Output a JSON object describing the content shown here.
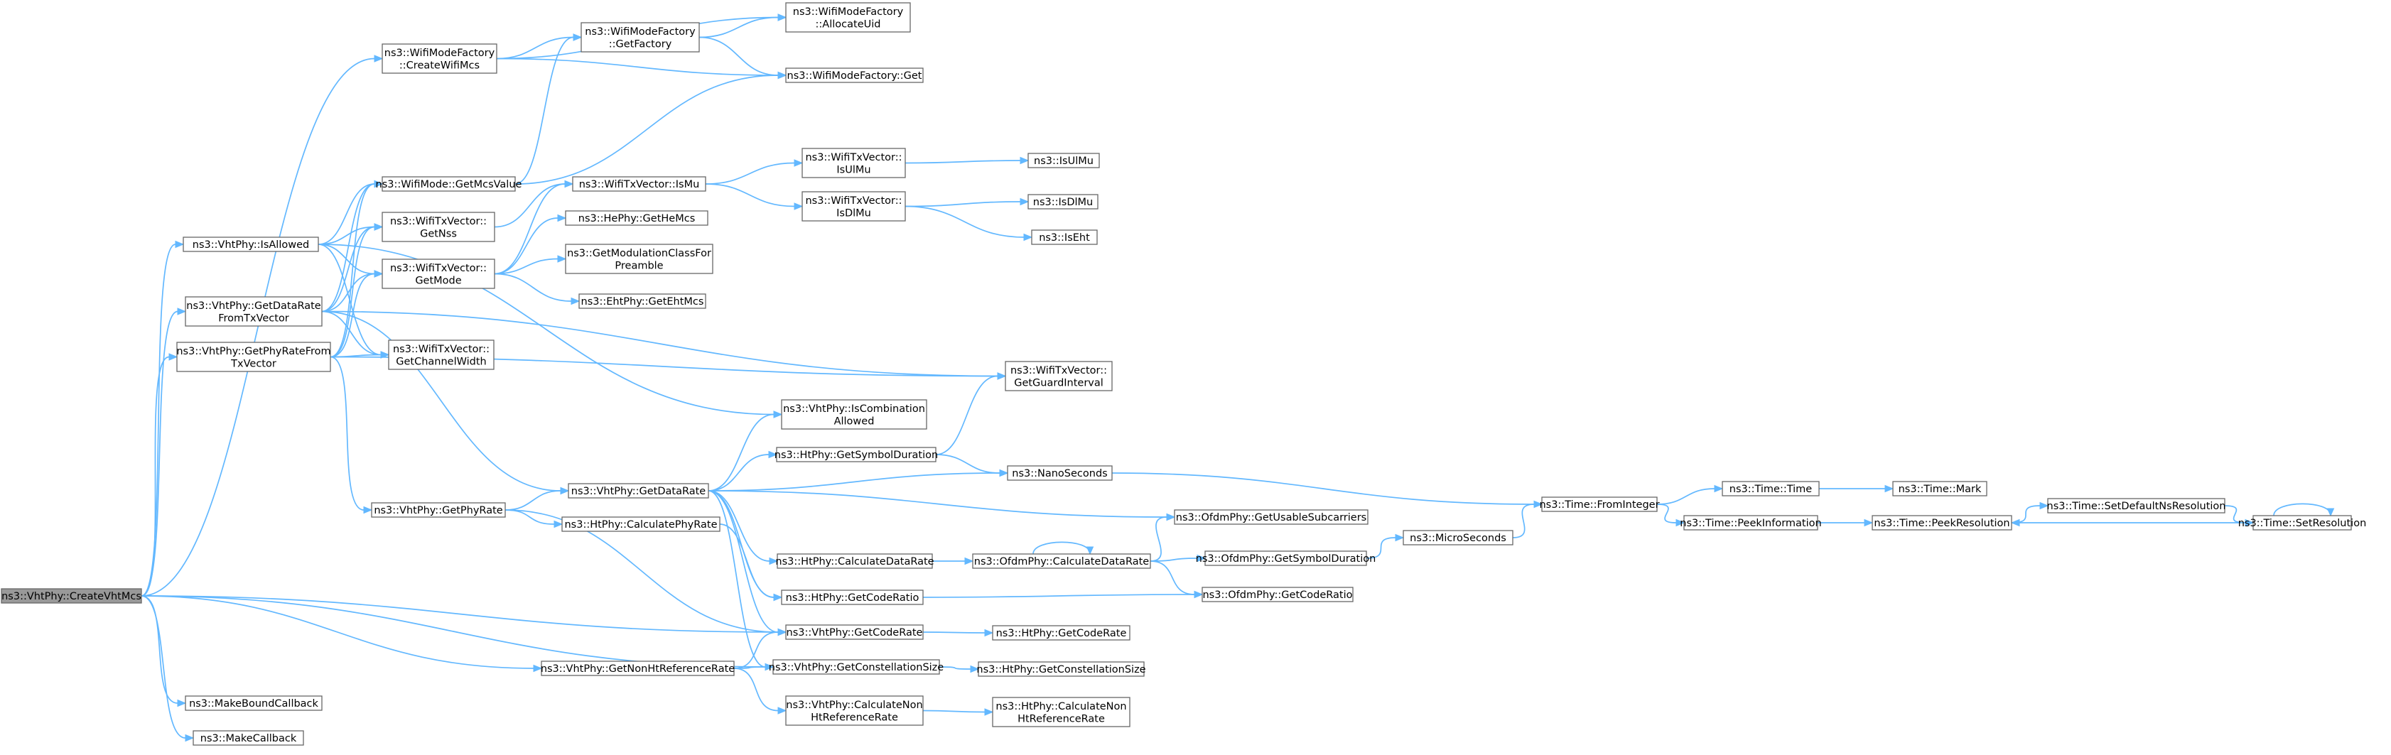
{
  "diagram": {
    "type": "call-graph",
    "root": "n_root",
    "colors": {
      "edge": "#63b8ff",
      "node_border": "#666666",
      "root_fill": "#999999",
      "node_fill": "#ffffff"
    },
    "nodes": [
      {
        "id": "n_root",
        "lines": [
          "ns3::VhtPhy::CreateVhtMcs"
        ]
      },
      {
        "id": "n_cwm",
        "lines": [
          "ns3::WifiModeFactory",
          "::CreateWifiMcs"
        ]
      },
      {
        "id": "n_au",
        "lines": [
          "ns3::WifiModeFactory",
          "::AllocateUid"
        ]
      },
      {
        "id": "n_gf",
        "lines": [
          "ns3::WifiModeFactory",
          "::GetFactory"
        ]
      },
      {
        "id": "n_wmfg",
        "lines": [
          "ns3::WifiModeFactory::Get"
        ]
      },
      {
        "id": "n_ia",
        "lines": [
          "ns3::VhtPhy::IsAllowed"
        ]
      },
      {
        "id": "n_gmv",
        "lines": [
          "ns3::WifiMode::GetMcsValue"
        ]
      },
      {
        "id": "n_gnss",
        "lines": [
          "ns3::WifiTxVector::",
          "GetNss"
        ]
      },
      {
        "id": "n_gmode",
        "lines": [
          "ns3::WifiTxVector::",
          "GetMode"
        ]
      },
      {
        "id": "n_ismu",
        "lines": [
          "ns3::WifiTxVector::IsMu"
        ]
      },
      {
        "id": "n_isulmu",
        "lines": [
          "ns3::WifiTxVector::",
          "IsUlMu"
        ]
      },
      {
        "id": "n_isulmu2",
        "lines": [
          "ns3::IsUlMu"
        ]
      },
      {
        "id": "n_isdlmu",
        "lines": [
          "ns3::WifiTxVector::",
          "IsDlMu"
        ]
      },
      {
        "id": "n_isdlmu2",
        "lines": [
          "ns3::IsDlMu"
        ]
      },
      {
        "id": "n_iseht",
        "lines": [
          "ns3::IsEht"
        ]
      },
      {
        "id": "n_hemcs",
        "lines": [
          "ns3::HePhy::GetHeMcs"
        ]
      },
      {
        "id": "n_gmcp",
        "lines": [
          "ns3::GetModulationClassFor",
          "Preamble"
        ]
      },
      {
        "id": "n_ehtmcs",
        "lines": [
          "ns3::EhtPhy::GetEhtMcs"
        ]
      },
      {
        "id": "n_gdrftv",
        "lines": [
          "ns3::VhtPhy::GetDataRate",
          "FromTxVector"
        ]
      },
      {
        "id": "n_gprftv",
        "lines": [
          "ns3::VhtPhy::GetPhyRateFrom",
          "TxVector"
        ]
      },
      {
        "id": "n_gcw",
        "lines": [
          "ns3::WifiTxVector::",
          "GetChannelWidth"
        ]
      },
      {
        "id": "n_ggi",
        "lines": [
          "ns3::WifiTxVector::",
          "GetGuardInterval"
        ]
      },
      {
        "id": "n_ica",
        "lines": [
          "ns3::VhtPhy::IsCombination",
          "Allowed"
        ]
      },
      {
        "id": "n_gsd",
        "lines": [
          "ns3::HtPhy::GetSymbolDuration"
        ]
      },
      {
        "id": "n_ns",
        "lines": [
          "ns3::NanoSeconds"
        ]
      },
      {
        "id": "n_gdr",
        "lines": [
          "ns3::VhtPhy::GetDataRate"
        ]
      },
      {
        "id": "n_gpr",
        "lines": [
          "ns3::VhtPhy::GetPhyRate"
        ]
      },
      {
        "id": "n_cpr",
        "lines": [
          "ns3::HtPhy::CalculatePhyRate"
        ]
      },
      {
        "id": "n_fi",
        "lines": [
          "ns3::Time::FromInteger"
        ]
      },
      {
        "id": "n_tt",
        "lines": [
          "ns3::Time::Time"
        ]
      },
      {
        "id": "n_tm",
        "lines": [
          "ns3::Time::Mark"
        ]
      },
      {
        "id": "n_gus",
        "lines": [
          "ns3::OfdmPhy::GetUsableSubcarriers"
        ]
      },
      {
        "id": "n_tpi",
        "lines": [
          "ns3::Time::PeekInformation"
        ]
      },
      {
        "id": "n_tpr",
        "lines": [
          "ns3::Time::PeekResolution"
        ]
      },
      {
        "id": "n_tsdnr",
        "lines": [
          "ns3::Time::SetDefaultNsResolution"
        ]
      },
      {
        "id": "n_tsr",
        "lines": [
          "ns3::Time::SetResolution"
        ]
      },
      {
        "id": "n_ms",
        "lines": [
          "ns3::MicroSeconds"
        ]
      },
      {
        "id": "n_hcdr",
        "lines": [
          "ns3::HtPhy::CalculateDataRate"
        ]
      },
      {
        "id": "n_ocdr",
        "lines": [
          "ns3::OfdmPhy::CalculateDataRate"
        ]
      },
      {
        "id": "n_ogsd",
        "lines": [
          "ns3::OfdmPhy::GetSymbolDuration"
        ]
      },
      {
        "id": "n_hgcr",
        "lines": [
          "ns3::HtPhy::GetCodeRatio"
        ]
      },
      {
        "id": "n_ogcr",
        "lines": [
          "ns3::OfdmPhy::GetCodeRatio"
        ]
      },
      {
        "id": "n_vgcr",
        "lines": [
          "ns3::VhtPhy::GetCodeRate"
        ]
      },
      {
        "id": "n_hgcrate",
        "lines": [
          "ns3::HtPhy::GetCodeRate"
        ]
      },
      {
        "id": "n_vgcs",
        "lines": [
          "ns3::VhtPhy::GetConstellationSize"
        ]
      },
      {
        "id": "n_hgcs",
        "lines": [
          "ns3::HtPhy::GetConstellationSize"
        ]
      },
      {
        "id": "n_gnhrr",
        "lines": [
          "ns3::VhtPhy::GetNonHtReferenceRate"
        ]
      },
      {
        "id": "n_vcnhrr",
        "lines": [
          "ns3::VhtPhy::CalculateNon",
          "HtReferenceRate"
        ]
      },
      {
        "id": "n_hcnhrr",
        "lines": [
          "ns3::HtPhy::CalculateNon",
          "HtReferenceRate"
        ]
      },
      {
        "id": "n_mbc",
        "lines": [
          "ns3::MakeBoundCallback"
        ]
      },
      {
        "id": "n_mc",
        "lines": [
          "ns3::MakeCallback"
        ]
      }
    ],
    "edges": [
      [
        "n_root",
        "n_cwm"
      ],
      [
        "n_root",
        "n_ia"
      ],
      [
        "n_root",
        "n_gdrftv"
      ],
      [
        "n_root",
        "n_gprftv"
      ],
      [
        "n_root",
        "n_vgcr"
      ],
      [
        "n_root",
        "n_vgcs"
      ],
      [
        "n_root",
        "n_gnhrr"
      ],
      [
        "n_root",
        "n_mbc"
      ],
      [
        "n_root",
        "n_mc"
      ],
      [
        "n_cwm",
        "n_au"
      ],
      [
        "n_cwm",
        "n_gf"
      ],
      [
        "n_cwm",
        "n_wmfg"
      ],
      [
        "n_gf",
        "n_au"
      ],
      [
        "n_gf",
        "n_wmfg"
      ],
      [
        "n_ia",
        "n_gmv"
      ],
      [
        "n_ia",
        "n_gnss"
      ],
      [
        "n_ia",
        "n_gmode"
      ],
      [
        "n_ia",
        "n_gcw"
      ],
      [
        "n_ia",
        "n_ica"
      ],
      [
        "n_gmv",
        "n_gf"
      ],
      [
        "n_gmv",
        "n_wmfg"
      ],
      [
        "n_gnss",
        "n_ismu"
      ],
      [
        "n_gmode",
        "n_ismu"
      ],
      [
        "n_gmode",
        "n_hemcs"
      ],
      [
        "n_gmode",
        "n_gmcp"
      ],
      [
        "n_gmode",
        "n_ehtmcs"
      ],
      [
        "n_ismu",
        "n_isulmu"
      ],
      [
        "n_ismu",
        "n_isdlmu"
      ],
      [
        "n_isulmu",
        "n_isulmu2"
      ],
      [
        "n_isdlmu",
        "n_isdlmu2"
      ],
      [
        "n_isdlmu",
        "n_iseht"
      ],
      [
        "n_gdrftv",
        "n_gmv"
      ],
      [
        "n_gdrftv",
        "n_gnss"
      ],
      [
        "n_gdrftv",
        "n_gmode"
      ],
      [
        "n_gdrftv",
        "n_gcw"
      ],
      [
        "n_gdrftv",
        "n_ggi"
      ],
      [
        "n_gdrftv",
        "n_gdr"
      ],
      [
        "n_gprftv",
        "n_gmv"
      ],
      [
        "n_gprftv",
        "n_gnss"
      ],
      [
        "n_gprftv",
        "n_gmode"
      ],
      [
        "n_gprftv",
        "n_gcw"
      ],
      [
        "n_gprftv",
        "n_ggi"
      ],
      [
        "n_gprftv",
        "n_gpr"
      ],
      [
        "n_gpr",
        "n_gdr"
      ],
      [
        "n_gpr",
        "n_cpr"
      ],
      [
        "n_gpr",
        "n_vgcr"
      ],
      [
        "n_cpr",
        "n_hgcr"
      ],
      [
        "n_gdr",
        "n_ica"
      ],
      [
        "n_gdr",
        "n_gsd"
      ],
      [
        "n_gdr",
        "n_ns"
      ],
      [
        "n_gdr",
        "n_gus"
      ],
      [
        "n_gdr",
        "n_hcdr"
      ],
      [
        "n_gdr",
        "n_hgcr"
      ],
      [
        "n_gdr",
        "n_vgcr"
      ],
      [
        "n_gdr",
        "n_vgcs"
      ],
      [
        "n_gsd",
        "n_ggi"
      ],
      [
        "n_gsd",
        "n_ns"
      ],
      [
        "n_ns",
        "n_fi"
      ],
      [
        "n_fi",
        "n_tt"
      ],
      [
        "n_fi",
        "n_tpi"
      ],
      [
        "n_tt",
        "n_tm"
      ],
      [
        "n_tpi",
        "n_tpr"
      ],
      [
        "n_tpr",
        "n_tsdnr"
      ],
      [
        "n_tsdnr",
        "n_tsr"
      ],
      [
        "n_tsr",
        "n_tpr"
      ],
      [
        "n_tsr",
        "n_tsr"
      ],
      [
        "n_ms",
        "n_fi"
      ],
      [
        "n_hcdr",
        "n_ocdr"
      ],
      [
        "n_ocdr",
        "n_ocdr"
      ],
      [
        "n_ocdr",
        "n_gus"
      ],
      [
        "n_ocdr",
        "n_ogsd"
      ],
      [
        "n_ocdr",
        "n_ogcr"
      ],
      [
        "n_ogsd",
        "n_ms"
      ],
      [
        "n_hgcr",
        "n_ogcr"
      ],
      [
        "n_vgcr",
        "n_hgcrate"
      ],
      [
        "n_vgcs",
        "n_hgcs"
      ],
      [
        "n_gnhrr",
        "n_vgcr"
      ],
      [
        "n_gnhrr",
        "n_vgcs"
      ],
      [
        "n_gnhrr",
        "n_vcnhrr"
      ],
      [
        "n_vcnhrr",
        "n_hcnhrr"
      ]
    ]
  }
}
